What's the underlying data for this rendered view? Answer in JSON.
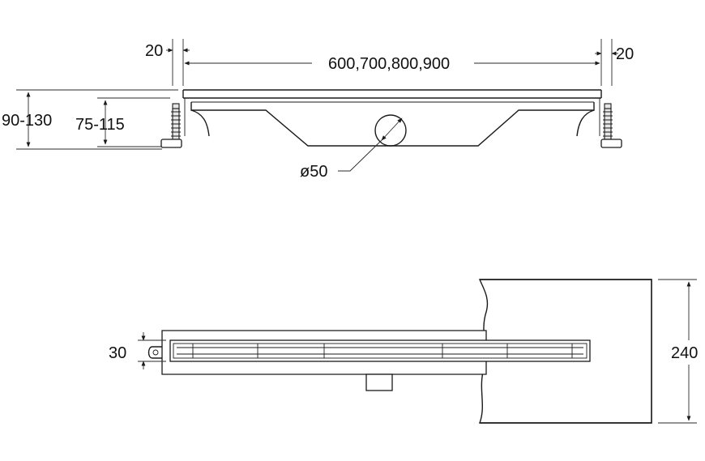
{
  "top_view": {
    "dim_left_margin": "20",
    "dim_right_margin": "20",
    "dim_length": "600,700,800,900",
    "dim_total_height": "90-130",
    "dim_body_height": "75-115",
    "dim_outlet": "ø50"
  },
  "plan_view": {
    "dim_channel_width": "30",
    "dim_width": "240"
  }
}
